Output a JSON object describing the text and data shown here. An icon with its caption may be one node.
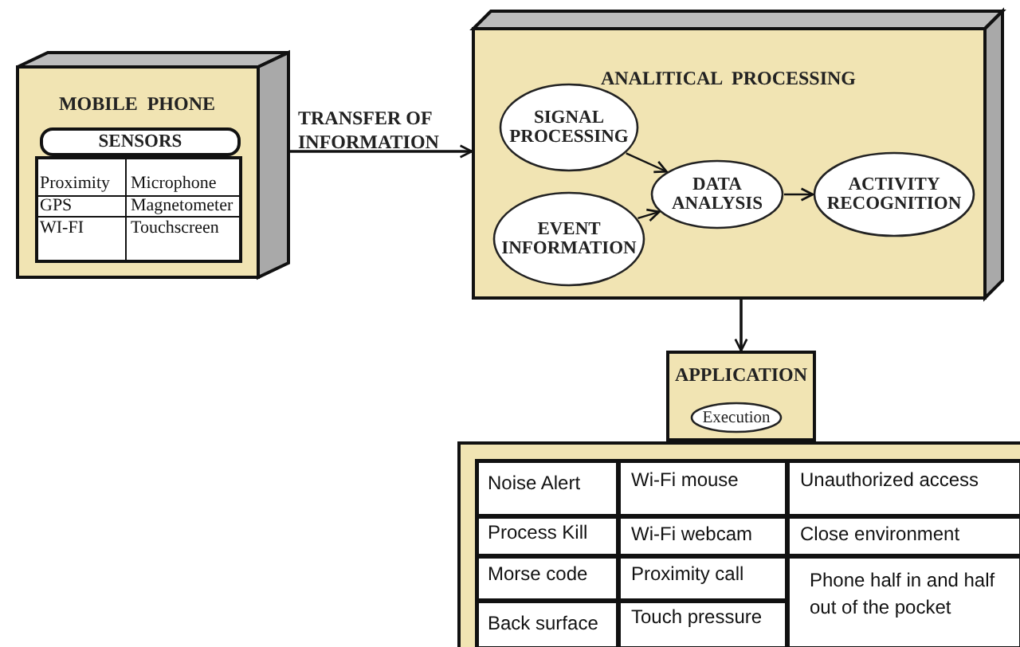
{
  "diagram": {
    "nodes": [
      {
        "text": [
          "MOBILE PHONE"
        ]
      },
      {
        "text": [
          "SENSORS"
        ],
        "in": 0
      },
      {
        "text": [
          "ANALITICAL PROCESSING"
        ]
      },
      {
        "text": [
          "SIGNAL PROCESSING"
        ],
        "in": 2
      },
      {
        "text": [
          "EVENT INFORMATION"
        ],
        "in": 2
      },
      {
        "text": [
          "DATA ANALYSIS"
        ],
        "in": 2
      },
      {
        "text": [
          "ACTIVITY RECOGNITION"
        ],
        "in": 2
      },
      {
        "text": [
          "APPLICATION"
        ]
      },
      {
        "text": [
          "Execution"
        ],
        "in": 7
      }
    ],
    "edges": [
      {
        "from": 0,
        "to": 2,
        "arrow": "to",
        "label": "TRANSFER OF INFORMATION"
      },
      {
        "from": 3,
        "to": 5,
        "arrow": "to"
      },
      {
        "from": 4,
        "to": 5,
        "arrow": "to"
      },
      {
        "from": 5,
        "to": 6,
        "arrow": "to"
      },
      {
        "from": 2,
        "to": 7,
        "arrow": "to"
      }
    ],
    "labels": [
      "Proximity",
      "Microphone",
      "GPS",
      "Magnetometer",
      "WI-FI",
      "Touchscreen",
      "Noise Alert",
      "Wi-Fi mouse",
      "Unauthorized access",
      "Process Kill",
      "Wi-Fi webcam",
      "Close environment",
      "Morse code",
      "Proximity call",
      "Phone half in and half out of the pocket",
      "Back surface",
      "Touch pressure"
    ]
  }
}
